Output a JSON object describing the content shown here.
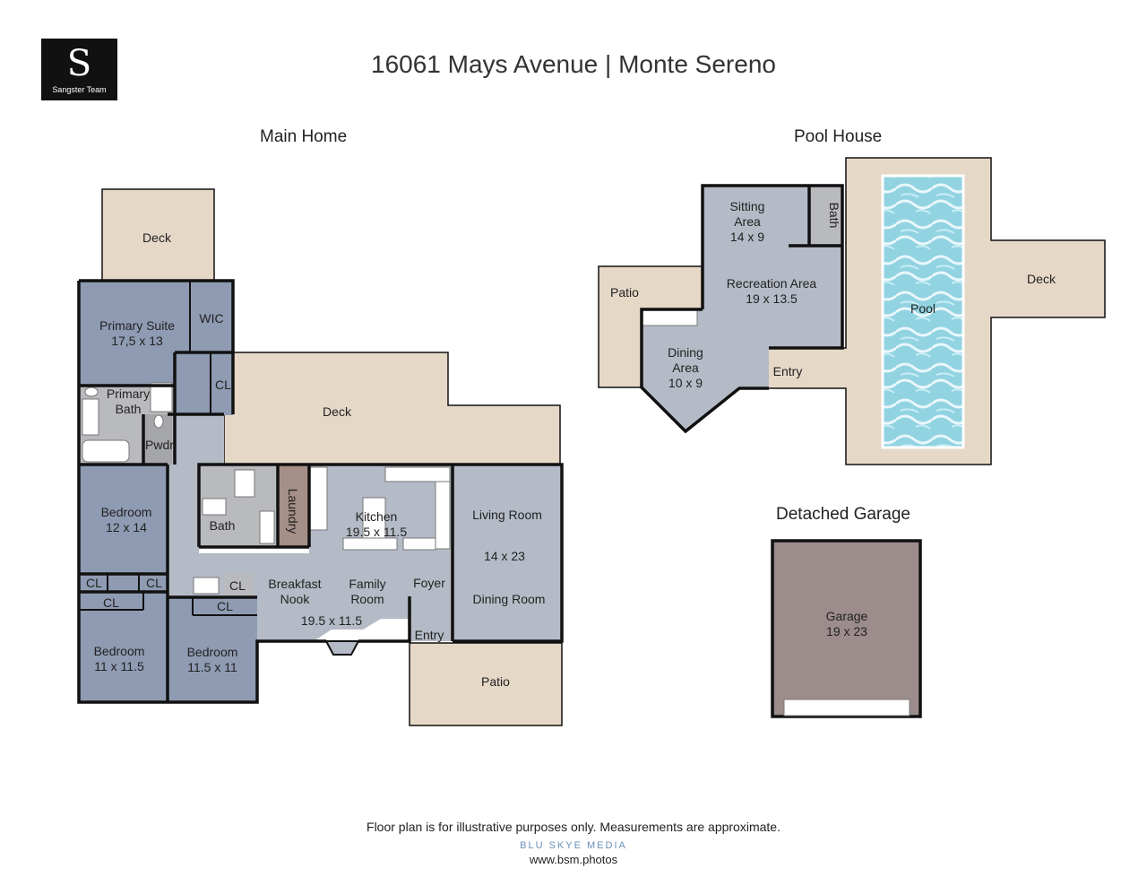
{
  "logo": {
    "letter": "S",
    "team": "Sangster Team"
  },
  "title": "16061 Mays Avenue | Monte Sereno",
  "sections": {
    "main": "Main Home",
    "pool": "Pool House",
    "garage": "Detached Garage"
  },
  "rooms": {
    "deck_top": "Deck",
    "primary_suite": [
      "Primary Suite",
      "17,5 x 13"
    ],
    "wic": "WIC",
    "cl_suite": "CL",
    "primary_bath": [
      "Primary",
      "Bath"
    ],
    "pwdr": "Pwdr",
    "deck_main": "Deck",
    "bedroom1": [
      "Bedroom",
      "12 x 14"
    ],
    "cl_a": "CL",
    "cl_b": "CL",
    "cl_c": "CL",
    "cl_d": "CL",
    "cl_e": "CL",
    "bedroom2": [
      "Bedroom",
      "11 x 11.5"
    ],
    "bedroom3": [
      "Bedroom",
      "11.5 x 11"
    ],
    "bath": "Bath",
    "laundry": "Laundry",
    "kitchen": [
      "Kitchen",
      "19.5 x 11.5"
    ],
    "living_room": [
      "Living Room",
      "14 x 23"
    ],
    "dining_room": "Dining Room",
    "breakfast_nook": [
      "Breakfast",
      "Nook"
    ],
    "family_room": [
      "Family",
      "Room"
    ],
    "family_dims": "19.5 x 11.5",
    "foyer": "Foyer",
    "entry_main": "Entry",
    "patio_main": "Patio",
    "sitting_area": [
      "Sitting",
      "Area",
      "14 x 9"
    ],
    "pool_bath": "Bath",
    "recreation_area": [
      "Recreation Area",
      "19 x 13.5"
    ],
    "patio_pool": "Patio",
    "dining_area": [
      "Dining",
      "Area",
      "10 x 9"
    ],
    "entry_pool": "Entry",
    "pool": "Pool",
    "deck_pool": "Deck",
    "garage": [
      "Garage",
      "19 x 23"
    ]
  },
  "colors": {
    "room": "#8e9bb2",
    "hall": "#b4bbc6",
    "deck": "#e6d8c7",
    "wet": "#b9babd",
    "laundry": "#a58f86",
    "garage": "#9c8c8c",
    "wall": "#111111",
    "pool": "#8fd0e0"
  },
  "footer": {
    "disclaimer": "Floor plan is for illustrative purposes only. Measurements are approximate.",
    "brand": "BLU SKYE MEDIA",
    "site": "www.bsm.photos"
  }
}
